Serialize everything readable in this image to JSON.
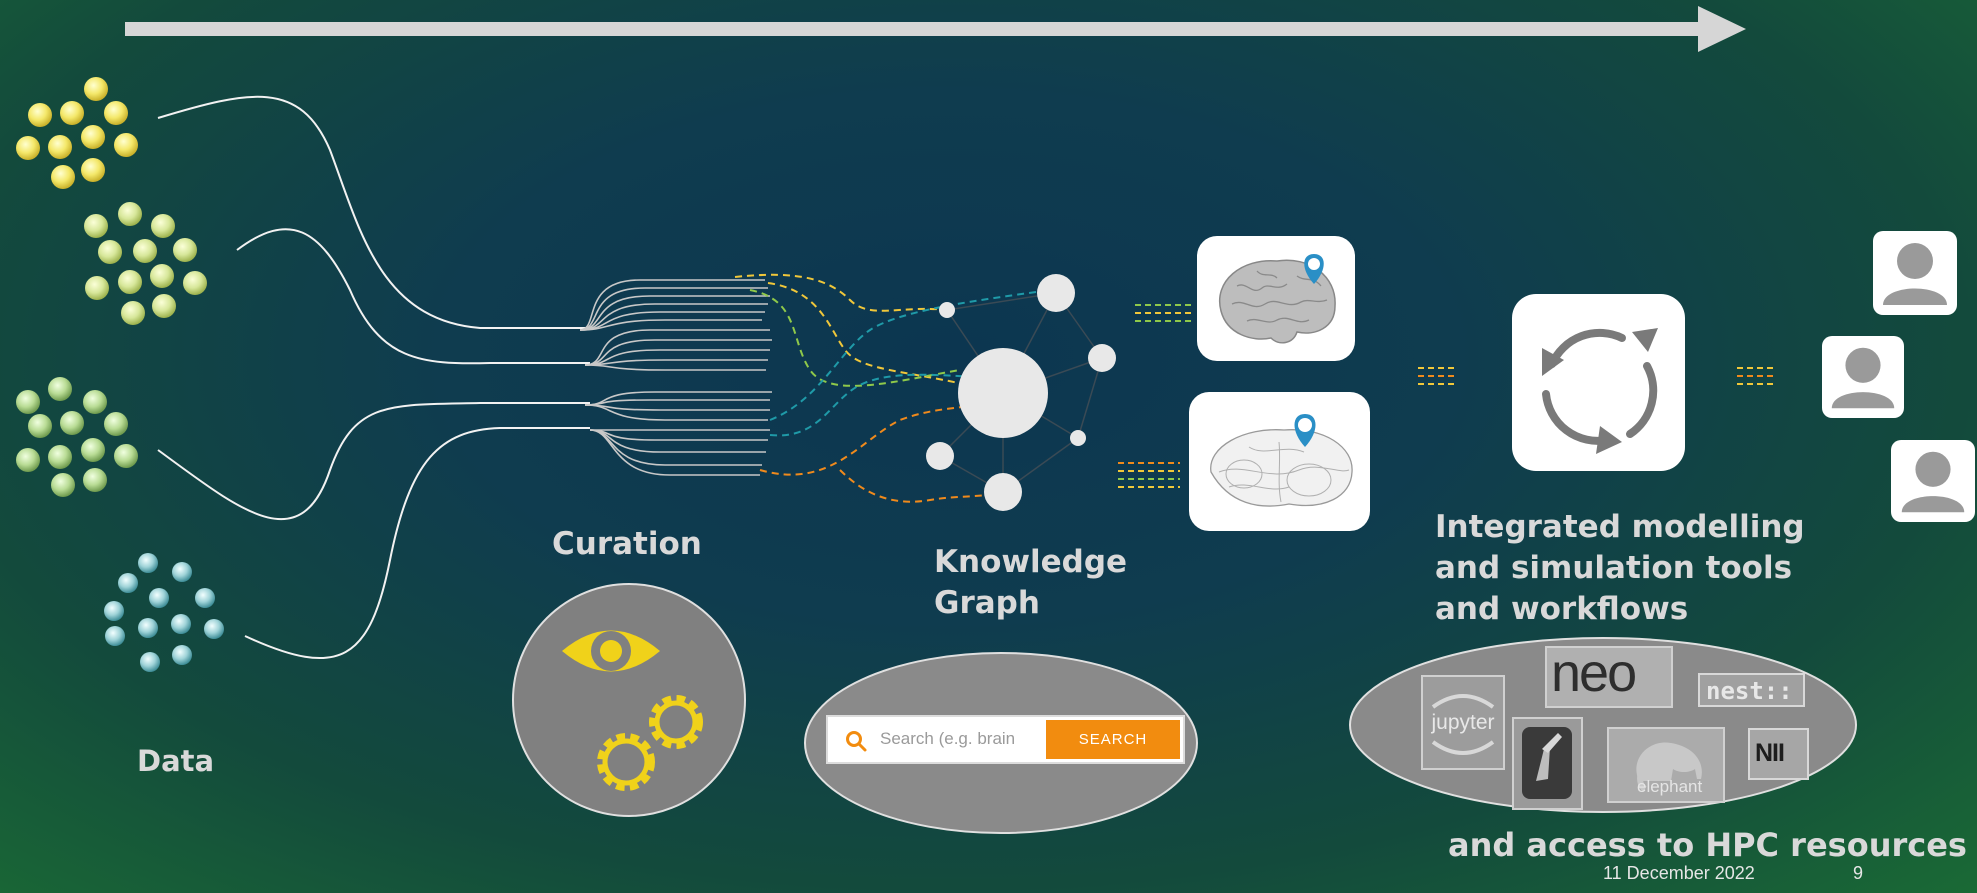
{
  "labels": {
    "data": "Data",
    "curation": "Curation",
    "knowledge_graph_line1": "Knowledge",
    "knowledge_graph_line2": "Graph",
    "tools_line1": "Integrated modelling",
    "tools_line2": "and simulation tools",
    "tools_line3": "and workflows",
    "hpc": "and access to HPC resources"
  },
  "search": {
    "placeholder": "Search (e.g. brain",
    "button_label": "SEARCH"
  },
  "tool_logos": {
    "jupyter": "jupyter",
    "neo": "neo",
    "nest": "nest::",
    "elephant": "elephant",
    "nii": "NII"
  },
  "footer": {
    "date": "11 December 2022",
    "page_number": "9"
  },
  "colors": {
    "arrow": "#d6d6d6",
    "label_text": "#d9d9d9",
    "curation_yellow": "#f0d21a",
    "search_orange": "#f28c0f",
    "connector_yellow": "#f0c73a",
    "connector_green": "#8fc94a",
    "connector_teal": "#1f9aa8",
    "connector_orange": "#f08a1c",
    "ellipse_fill": "#8a8a8a",
    "circle_fill": "#808080"
  },
  "icons": [
    "eye-icon",
    "gear-icon",
    "search-icon",
    "location-pin-icon",
    "refresh-cycle-icon",
    "user-icon"
  ]
}
